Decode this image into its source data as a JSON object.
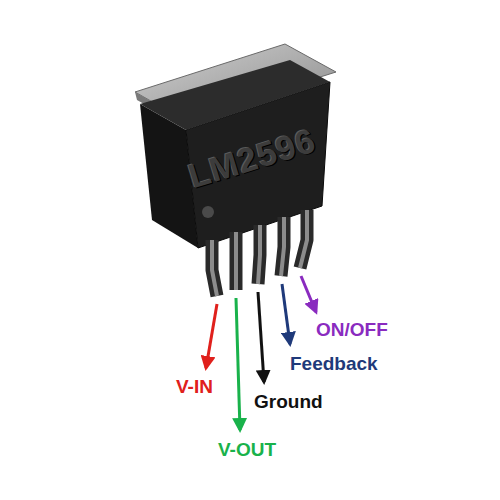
{
  "diagram": {
    "labels": [
      "LM2596",
      "V-IN",
      "V-OUT",
      "Ground",
      "Feedback",
      "ON/OFF"
    ]
  }
}
